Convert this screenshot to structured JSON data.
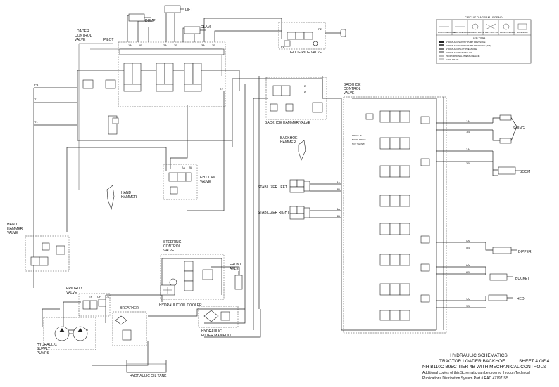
{
  "components": {
    "dump": "DUMP",
    "lift": "LIFT",
    "clam": "CLAM",
    "loader_control_valve": [
      "LOADER",
      "CONTROL",
      "VALVE"
    ],
    "pilot": "PILOT",
    "glide_ride_valve": "GLIDE RIDE VALVE",
    "backhoe_control_valve": [
      "BACKHOE",
      "CONTROL",
      "VALVE"
    ],
    "backhoe_hammer_valve": "BACKHOE HAMMER VALVE",
    "backhoe_hammer": [
      "BACKHOE",
      "HAMMER"
    ],
    "swing": "SWING",
    "boom": "BOOM",
    "eh_clam_valve": [
      "EH CLAM",
      "VALVE"
    ],
    "hand_hammer": [
      "HAND",
      "HAMMER"
    ],
    "stabilizer_left": "STABILIZER LEFT",
    "stabilizer_right": "STABILIZER RIGHT",
    "hand_hammer_valve": [
      "HAND",
      "HAMMER",
      "VALVE"
    ],
    "steering_control_valve": [
      "STEERING",
      "CONTROL",
      "VALVE"
    ],
    "front_axle": [
      "FRONT",
      "AXLE"
    ],
    "dipper": "DIPPER",
    "bucket": "BUCKET",
    "hed": "HED",
    "priority_valve": [
      "PRIORITY",
      "VALVE"
    ],
    "breather": "BREATHER",
    "hydraulic_oil_cooler": "HYDRAULIC OIL COOLER",
    "hydraulic_filter_manifold": [
      "HYDRAULIC",
      "FILTER MANIFOLD"
    ],
    "hydraulic_supply_pumps": [
      "HYDRAULIC",
      "SUPPLY",
      "PUMPS"
    ],
    "hydraulic_oil_tank": "HYDRAULIC OIL TANK"
  },
  "ports": {
    "loader": [
      "1A",
      "1B",
      "2A",
      "2B",
      "3A",
      "3B"
    ],
    "glide": [
      "P2",
      "P1"
    ],
    "backhoe": [
      "1A",
      "1B",
      "2A",
      "2B",
      "3A",
      "3B",
      "4A",
      "4B",
      "5A",
      "5B",
      "6A",
      "6B",
      "7A",
      "7B"
    ],
    "misc": [
      "P",
      "T",
      "2A",
      "2B",
      "A",
      "B",
      "EF",
      "CF",
      "LS",
      "P1",
      "P2",
      "PB",
      "T1",
      "T2"
    ]
  },
  "spool_note": [
    "SPOOL IS",
    "BOOM SPOOL",
    "NOT SHOWN"
  ],
  "legend": {
    "title": "CIRCUIT DIAGRAM LEGEND",
    "symbols": [
      "HIGH PRESSURE",
      "LOW PRESSURE",
      "CHECK VALVE",
      "RESTRICTOR",
      "FLOW DIVIDER",
      "SOLENOID"
    ],
    "line_types_title": "LINE TYPES",
    "line_types": [
      "HYDRAULIC SUPPLY PUMP PRESSURE",
      "HYDRAULIC SUPPLY PUMP PRESSURE (ALT)",
      "HYDRAULIC PILOT PRESSURE",
      "HYDRAULIC RETURN LINE",
      "PROPORTIONAL PRESSURE LINE",
      "CASE DRAIN"
    ]
  },
  "title_block": {
    "line1": "HYDRAULIC SCHEMATICS",
    "line2": "TRACTOR LOADER  BACKHOE",
    "sheet": "SHEET 4 OF 4",
    "line3": "NH B110C B95C TIER 4B WITH MECHANICAL CONTROLS",
    "note1": "Additional copies of this Schematic can be ordered through Technical",
    "note2": "Publications Distribution System     Part # RAC  47797155"
  }
}
